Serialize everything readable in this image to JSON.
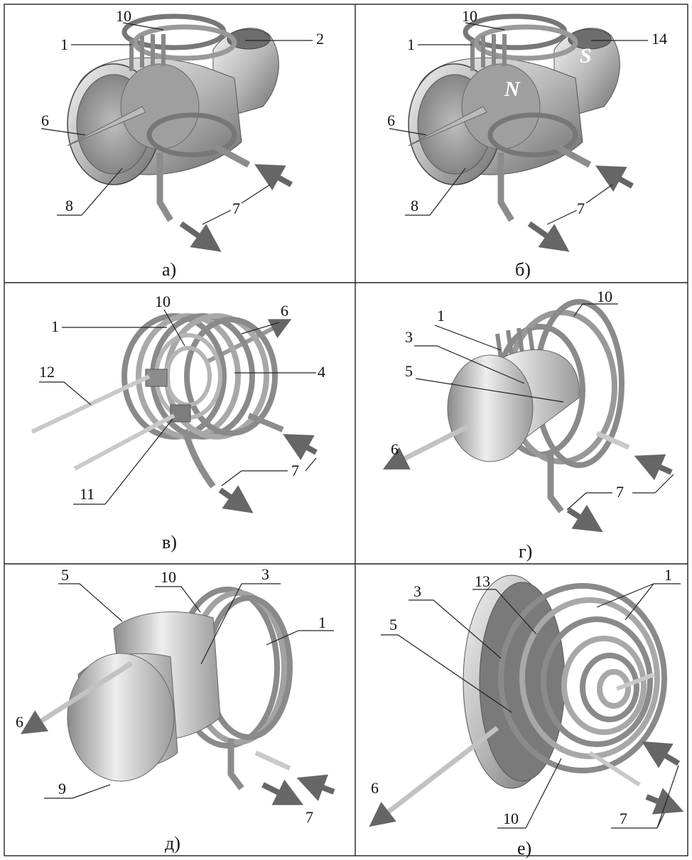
{
  "panels": [
    {
      "caption": "а)",
      "labels": {
        "l1": "1",
        "l2": "2",
        "l6": "6",
        "l7": "7",
        "l8": "8",
        "l10": "10"
      }
    },
    {
      "caption": "б)",
      "labels": {
        "l1": "1",
        "l6": "6",
        "l7": "7",
        "l8": "8",
        "l10": "10",
        "l14": "14"
      },
      "poles": {
        "n": "N",
        "s": "S"
      }
    },
    {
      "caption": "в)",
      "labels": {
        "l1": "1",
        "l4": "4",
        "l6": "6",
        "l7": "7",
        "l10": "10",
        "l11": "11",
        "l12": "12"
      }
    },
    {
      "caption": "г)",
      "labels": {
        "l1": "1",
        "l3": "3",
        "l5": "5",
        "l6": "6",
        "l7": "7",
        "l10": "10"
      }
    },
    {
      "caption": "д)",
      "labels": {
        "l1": "1",
        "l3": "3",
        "l5": "5",
        "l6": "6",
        "l7": "7",
        "l9": "9",
        "l10": "10"
      }
    },
    {
      "caption": "е)",
      "labels": {
        "l1": "1",
        "l3": "3",
        "l5": "5",
        "l6": "6",
        "l7": "7",
        "l10": "10",
        "l13": "13"
      }
    }
  ],
  "colors": {
    "metal_light": "#e2e2e2",
    "metal_mid": "#a8a8a8",
    "metal_dark": "#5e5e5e",
    "arrow": "#666666"
  }
}
